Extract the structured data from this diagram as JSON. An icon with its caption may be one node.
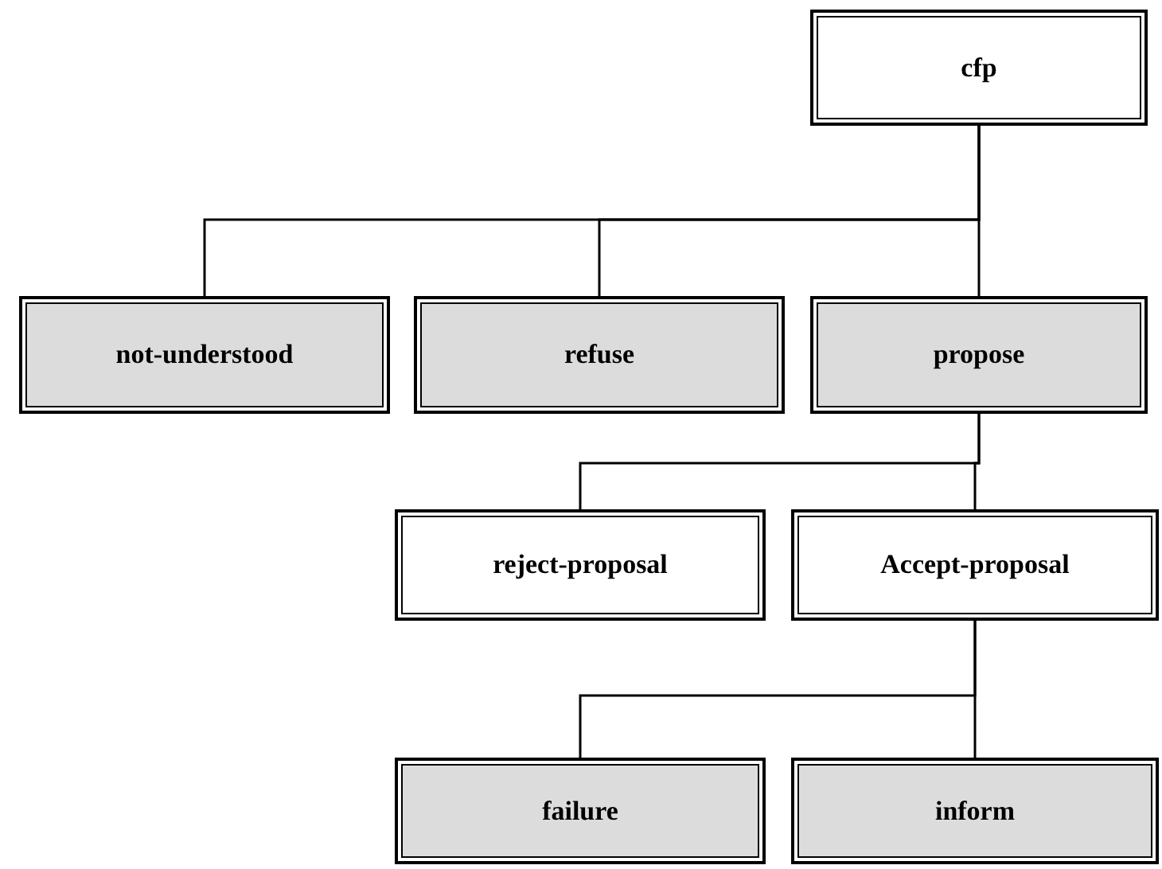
{
  "diagram": {
    "nodes": [
      {
        "text": [
          "cfp"
        ]
      },
      {
        "text": [
          "not-understood"
        ]
      },
      {
        "text": [
          "refuse"
        ]
      },
      {
        "text": [
          "propose"
        ]
      },
      {
        "text": [
          "reject-proposal"
        ]
      },
      {
        "text": [
          "Accept-proposal"
        ]
      },
      {
        "text": [
          "failure"
        ]
      },
      {
        "text": [
          "inform"
        ]
      }
    ],
    "edges": [
      {
        "from": 0,
        "to": 1,
        "arrow": "none"
      },
      {
        "from": 0,
        "to": 2,
        "arrow": "none"
      },
      {
        "from": 0,
        "to": 3,
        "arrow": "none"
      },
      {
        "from": 3,
        "to": 4,
        "arrow": "none"
      },
      {
        "from": 3,
        "to": 5,
        "arrow": "none"
      },
      {
        "from": 5,
        "to": 6,
        "arrow": "none"
      },
      {
        "from": 5,
        "to": 7,
        "arrow": "none"
      }
    ]
  }
}
